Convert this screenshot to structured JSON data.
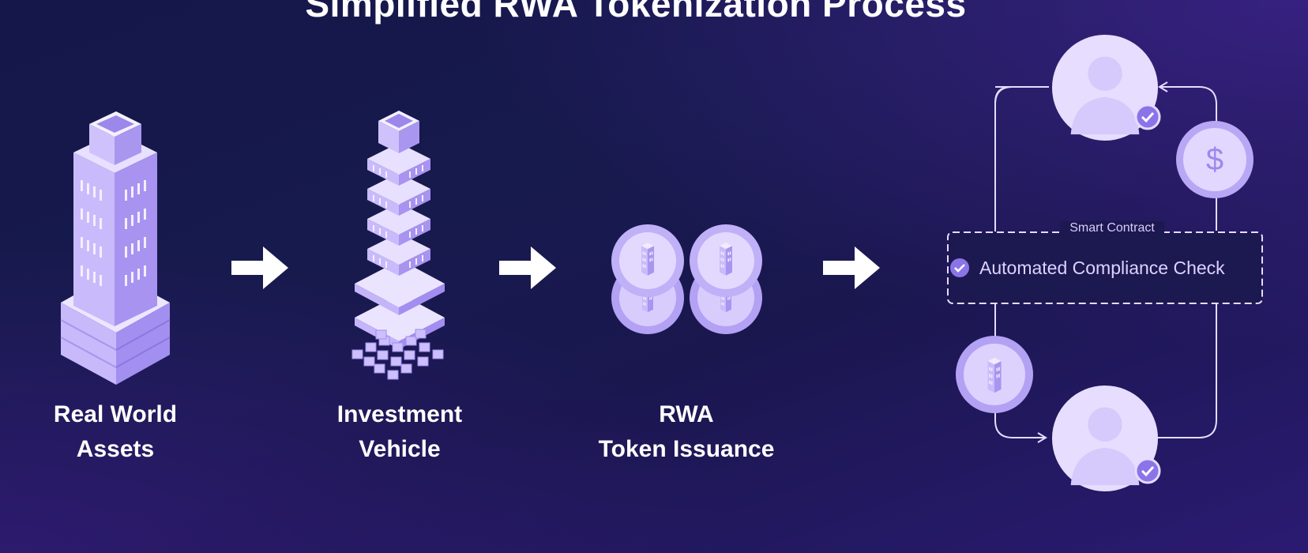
{
  "title": "Simplified RWA Tokenization Process",
  "steps": [
    {
      "line1": "Real World",
      "line2": "Assets"
    },
    {
      "line1": "Investment",
      "line2": "Vehicle"
    },
    {
      "line1": "RWA",
      "line2": "Token Issuance"
    }
  ],
  "smart_contract": {
    "label": "Smart Contract",
    "check_text": "Automated Compliance Check"
  },
  "icons": {
    "payment": "$",
    "payment_name": "dollar-icon",
    "verified_name": "check-badge-icon"
  },
  "colors": {
    "accent_light": "#e6dcff",
    "accent": "#b9a8f5",
    "accent_dark": "#8b74e8",
    "background": "#171a4d"
  }
}
